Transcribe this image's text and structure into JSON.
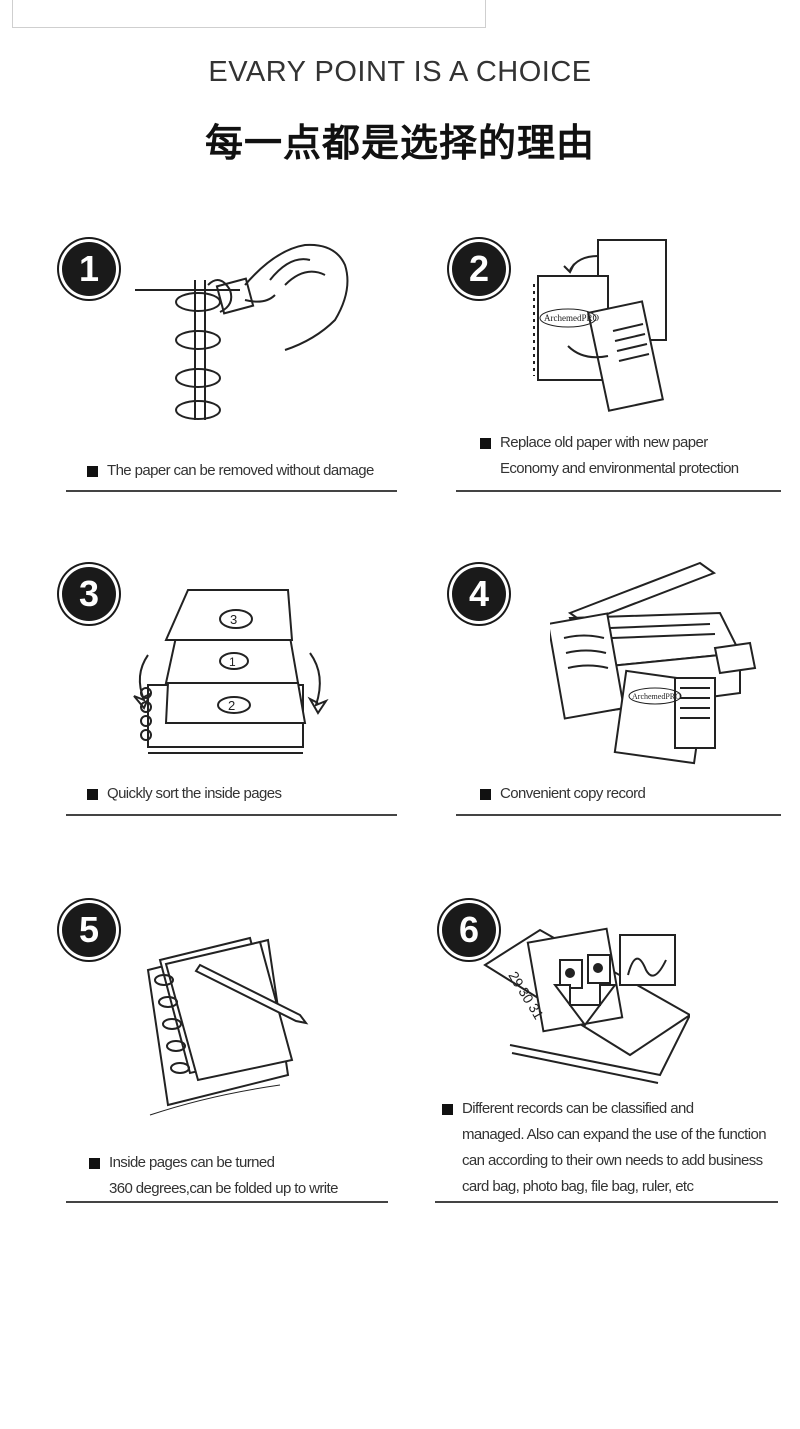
{
  "header": {
    "title_en": "EVARY POINT IS A CHOICE",
    "title_cn": "每一点都是选择的理由"
  },
  "features": [
    {
      "number": "1",
      "lines": [
        "The paper can be removed without damage"
      ]
    },
    {
      "number": "2",
      "lines": [
        "Replace old paper with new paper",
        "Economy and environmental protection"
      ],
      "brand": "ArchemedPRO"
    },
    {
      "number": "3",
      "lines": [
        "Quickly sort the inside pages"
      ],
      "page_marks": [
        "3",
        "1",
        "2"
      ]
    },
    {
      "number": "4",
      "lines": [
        "Convenient copy  record"
      ],
      "brand": "ArchemedPRO"
    },
    {
      "number": "5",
      "lines": [
        "Inside pages can be turned",
        "360 degrees,can be folded up to write"
      ]
    },
    {
      "number": "6",
      "lines": [
        "Different records can be classified and",
        "managed. Also can expand the use of the function",
        "can according to their own needs to add business",
        "card bag, photo bag, file bag, ruler, etc"
      ],
      "dates": [
        "29",
        "30",
        "31"
      ]
    }
  ],
  "colors": {
    "badge": "#1a1a1a",
    "rule": "#444444",
    "text": "#333333"
  },
  "icons": [
    "square-bullet-icon"
  ]
}
